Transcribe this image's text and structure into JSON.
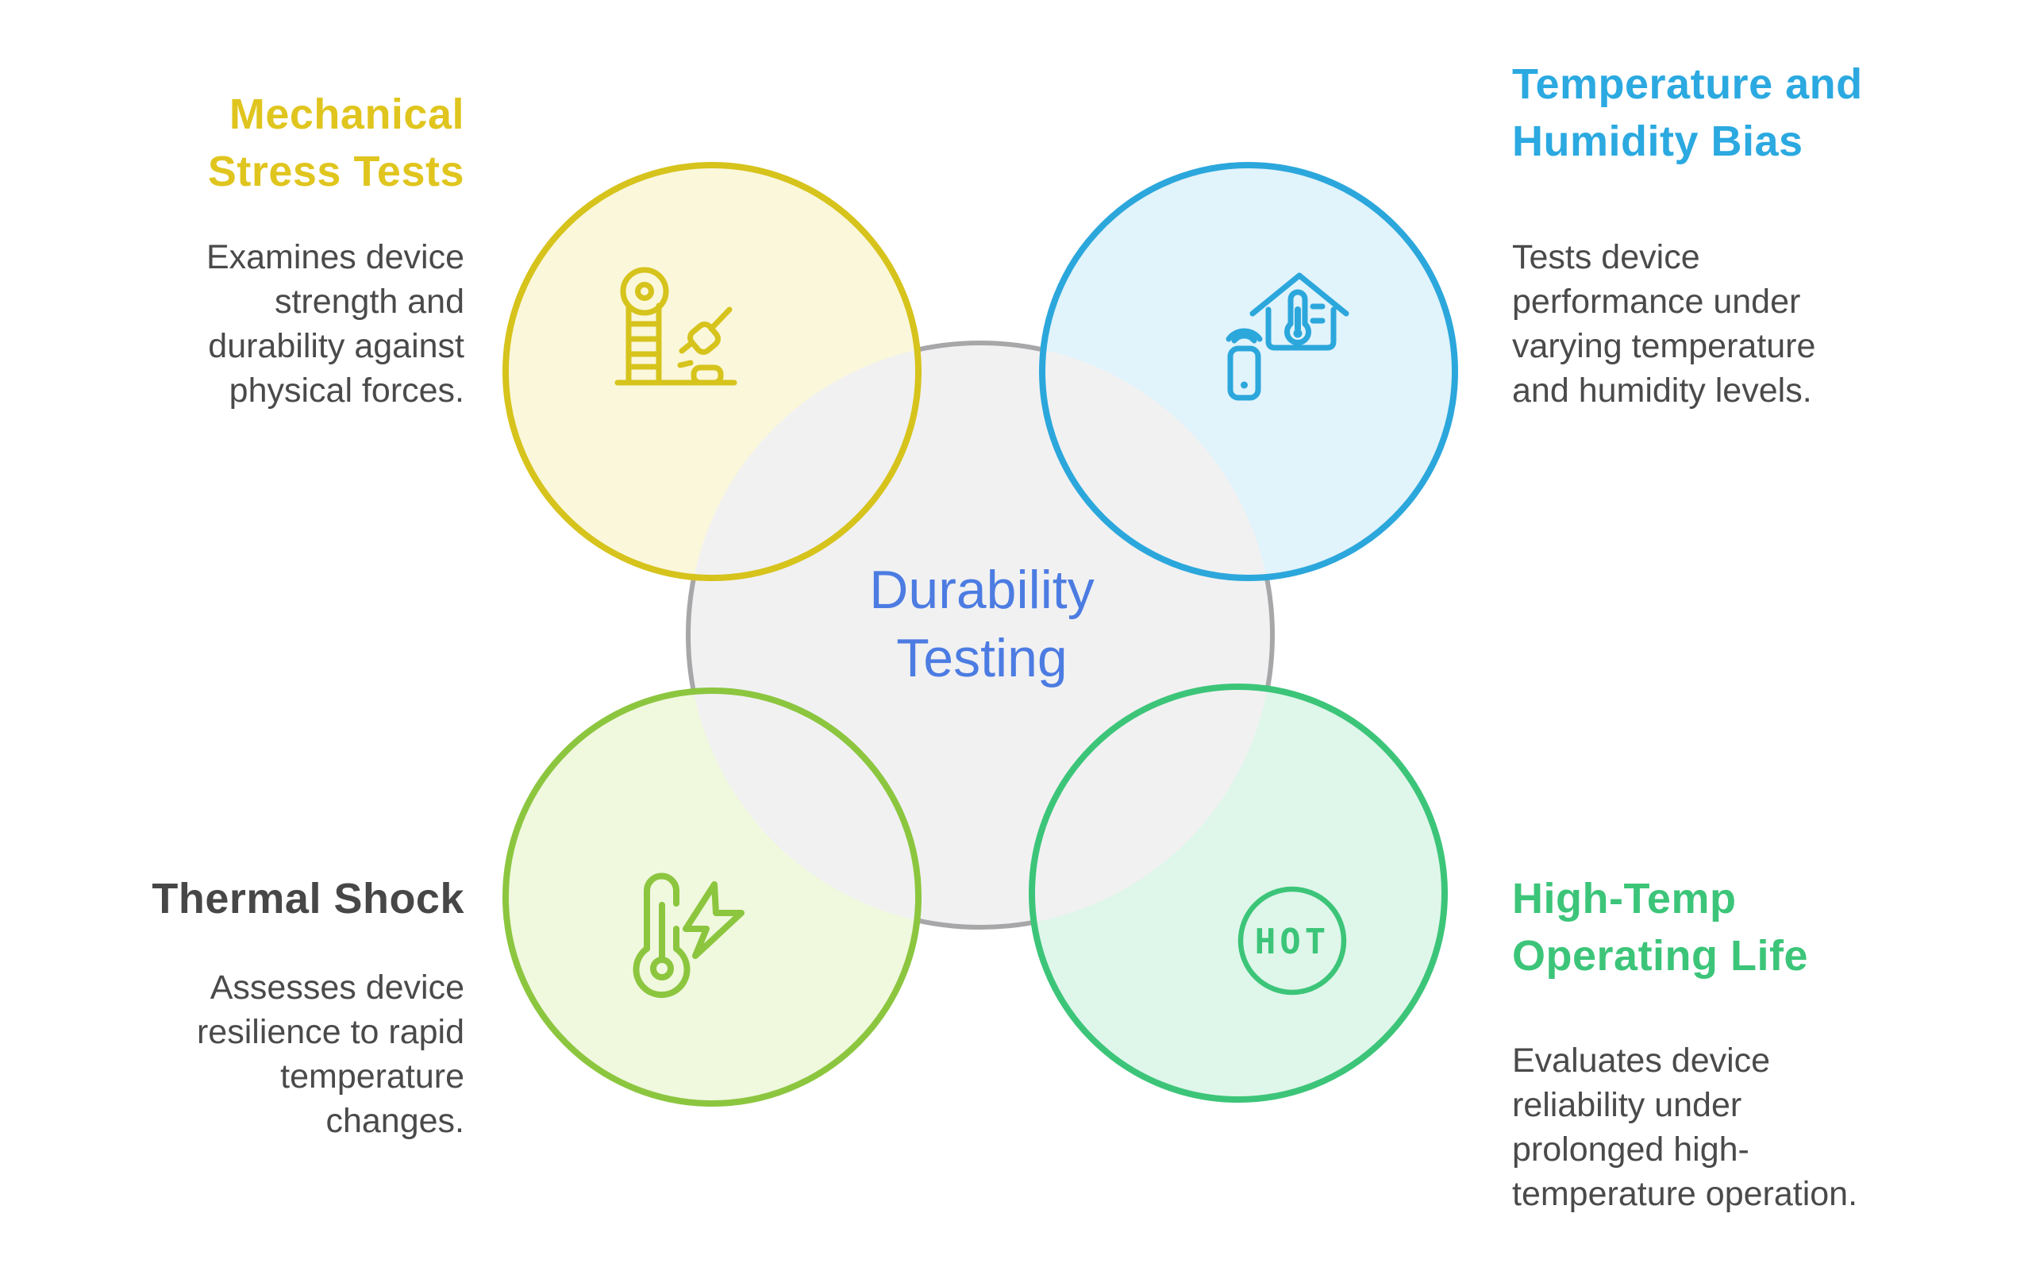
{
  "diagram": {
    "center": {
      "label": "Durability\nTesting",
      "text_color": "#4C7CE2",
      "circle_fill": "#F1F1F2",
      "circle_stroke": "#A7A7A9"
    },
    "sections": [
      {
        "id": "mechanical-stress-tests",
        "title": "Mechanical\nStress Tests",
        "description": "Examines device\nstrength and\ndurability against\nphysical forces.",
        "accent_color": "#DCC31D",
        "circle_fill": "#FBF7DA",
        "icon": "drop-impact-tester-icon",
        "position": "top-left"
      },
      {
        "id": "temperature-humidity-bias",
        "title": "Temperature and\nHumidity Bias",
        "description": "Tests device\nperformance under\nvarying temperature\nand humidity levels.",
        "accent_color": "#2BA9E0",
        "circle_fill": "#E1F3FB",
        "icon": "smart-home-thermometer-icon",
        "position": "top-right"
      },
      {
        "id": "thermal-shock",
        "title": "Thermal Shock",
        "description": "Assesses device\nresilience to rapid\ntemperature\nchanges.",
        "accent_color": "#8CC63F",
        "title_color": "#474747",
        "circle_fill": "#F0F8DE",
        "icon": "thermometer-lightning-icon",
        "position": "bottom-left"
      },
      {
        "id": "high-temp-operating-life",
        "title": "High-Temp\nOperating Life",
        "description": "Evaluates device\nreliability under\nprolonged high-\ntemperature operation.",
        "accent_color": "#3CC579",
        "circle_fill": "#DFF6EA",
        "icon": "hot-badge-icon",
        "position": "bottom-right"
      }
    ],
    "hot_badge_label": "HOT",
    "body_text_color": "#4A4A4A"
  }
}
